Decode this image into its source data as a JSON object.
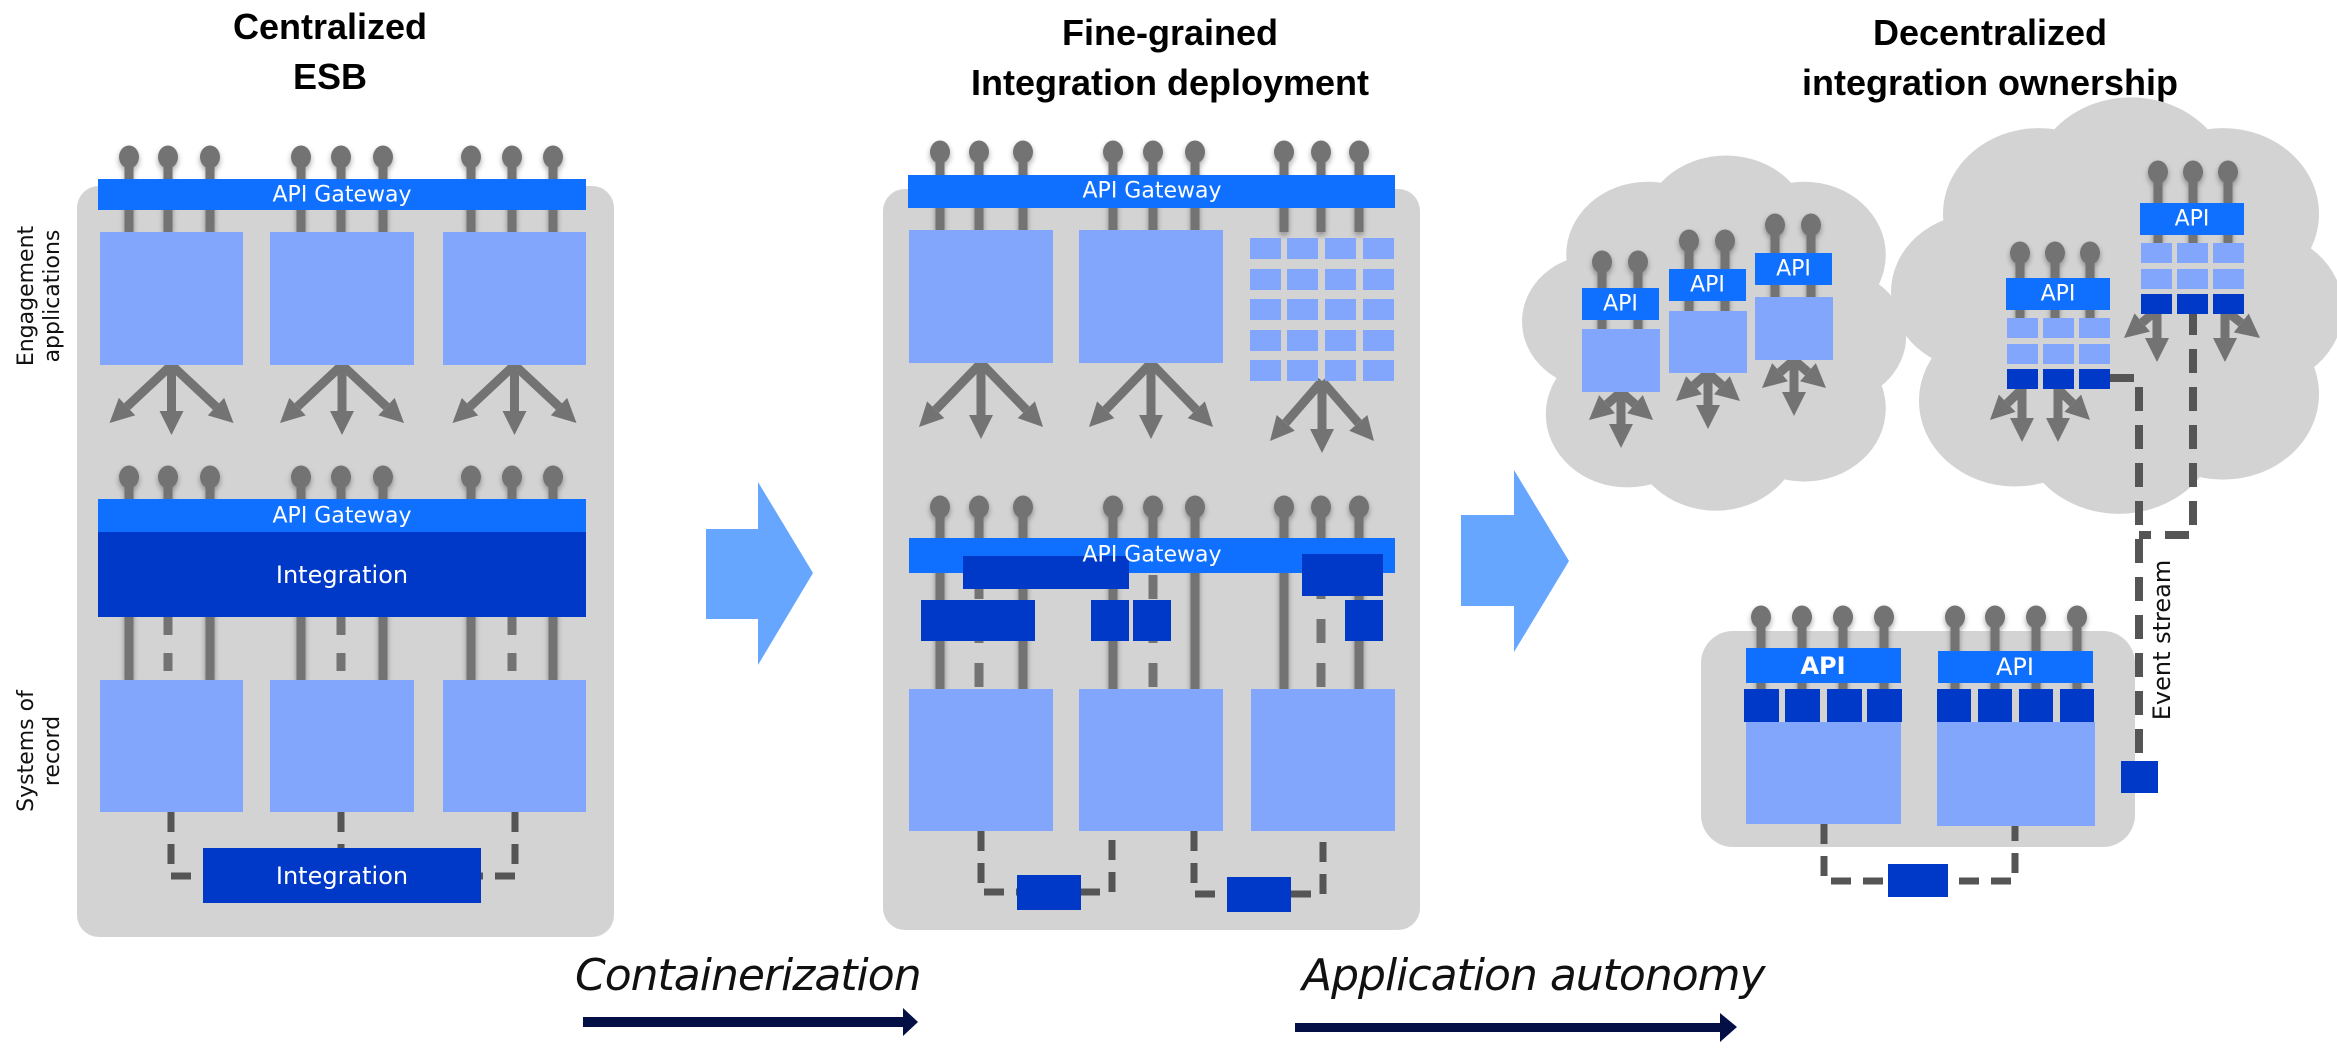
{
  "titles": {
    "centralized": [
      "Centralized",
      "ESB"
    ],
    "fine_grained": [
      "Fine-grained",
      "Integration deployment"
    ],
    "decentralized": [
      "Decentralized",
      "integration ownership"
    ]
  },
  "side_labels": {
    "engagement": [
      "Engagement",
      "applications"
    ],
    "systems": [
      "Systems of",
      "record"
    ]
  },
  "labels": {
    "api_gateway": "API Gateway",
    "integration": "Integration",
    "api": "API",
    "event_stream": "Event stream"
  },
  "transitions": {
    "containerization": "Containerization",
    "application_autonomy": "Application autonomy"
  },
  "colors": {
    "panel_bg": "#d3d3d3",
    "gateway": "#0f6fff",
    "integration": "#0039c8",
    "app_box": "#82a6fc",
    "connector": "#737373",
    "dashed": "#555555",
    "transition_arrow": "#66a6ff",
    "timeline_arrow": "#030f45"
  }
}
